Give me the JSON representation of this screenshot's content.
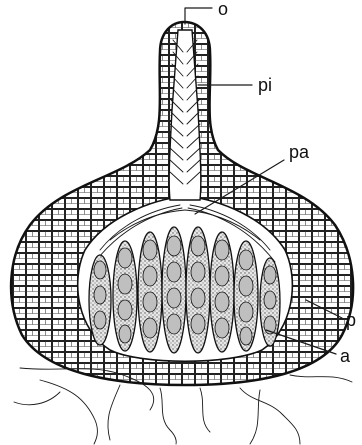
{
  "labels": {
    "ostiole": "o",
    "periphyses": "pi",
    "paraphyses": "pa",
    "peridium": "p",
    "ascus": "a"
  }
}
